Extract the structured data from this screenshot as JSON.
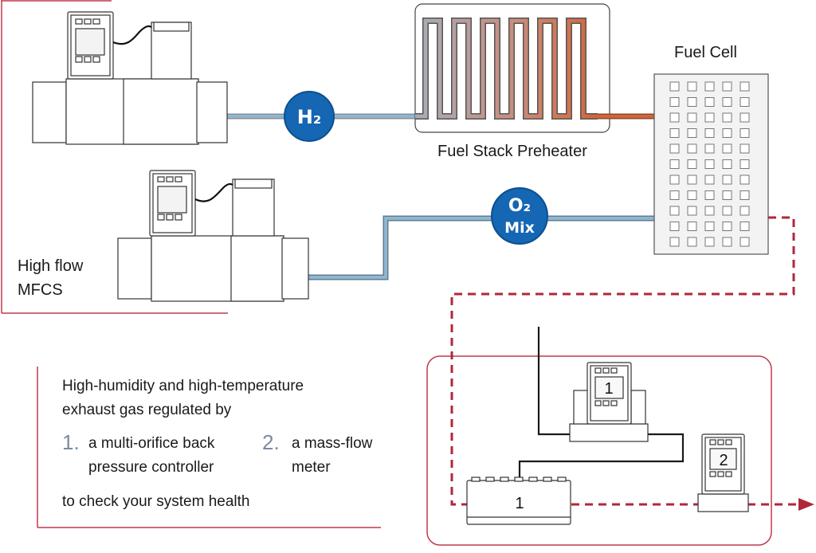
{
  "labels": {
    "fuel_cell": "Fuel Cell",
    "fuel_stack_preheater": "Fuel Stack Preheater",
    "mfcs_line1": "High flow",
    "mfcs_line2": "MFCS"
  },
  "bubbles": {
    "h2": "H₂",
    "o2_line1": "O₂",
    "o2_line2": "Mix"
  },
  "devices": {
    "bpc_top_number": "1",
    "flow_meter_number": "2",
    "bpc_bottom_number": "1"
  },
  "description": {
    "line1": "High-humidity and high-temperature",
    "line2": "exhaust gas regulated by",
    "item1_number": "1.",
    "item1_line1": "a multi-orifice back",
    "item1_line2": "pressure controller",
    "item2_number": "2.",
    "item2_line1": "a mass-flow",
    "item2_line2": "meter",
    "footer": "to check your system health"
  },
  "colors": {
    "accent_red": "#c0394b",
    "bubble_blue": "#1566b3",
    "pipe_blue": "#7fa9c6",
    "pipe_hot": "#d1663a",
    "number_gray": "#7a8ba3"
  }
}
